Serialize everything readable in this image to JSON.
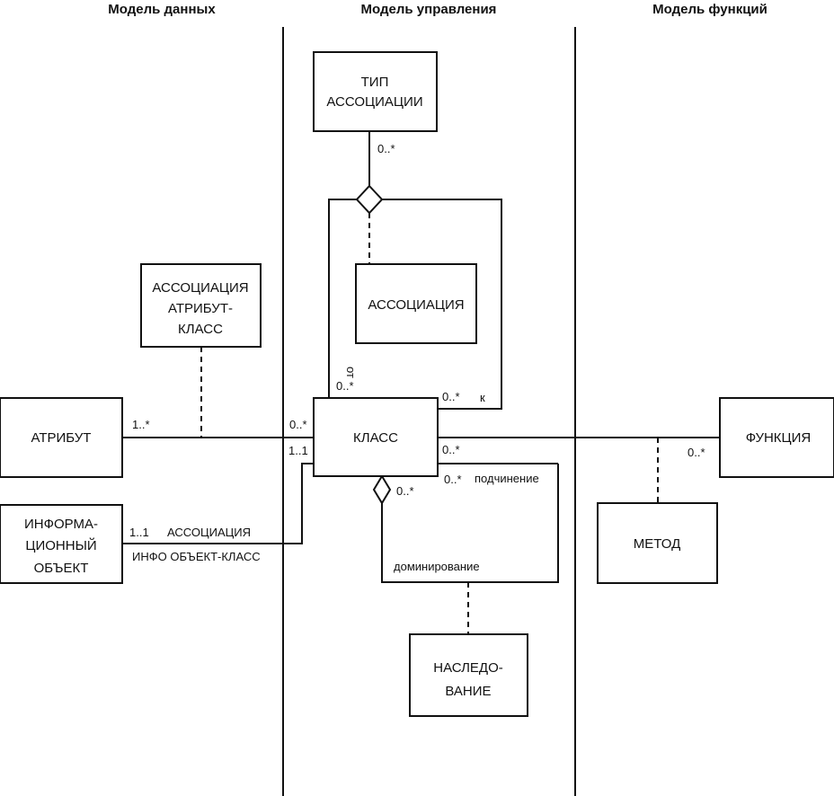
{
  "headers": {
    "data_model": "Модель данных",
    "control_model": "Модель управления",
    "function_model": "Модель функций"
  },
  "entities": {
    "assoc_type": [
      "ТИП",
      "АССОЦИАЦИИ"
    ],
    "association": [
      "АССОЦИАЦИЯ"
    ],
    "attr_class_assoc": [
      "АССОЦИАЦИЯ",
      "АТРИБУТ-",
      "КЛАСС"
    ],
    "attribute": [
      "АТРИБУТ"
    ],
    "class": [
      "КЛАСС"
    ],
    "info_object": [
      "ИНФОРМА-",
      "ЦИОННЫЙ",
      "ОБЪЕКТ"
    ],
    "inheritance": [
      "НАСЛЕДО-",
      "ВАНИЕ"
    ],
    "method": [
      "МЕТОД"
    ],
    "function": [
      "ФУНКЦИЯ"
    ]
  },
  "labels": {
    "assoc_type_mult": "0..*",
    "from_label": "от",
    "from_mult": "0..*",
    "to_mult": "0..*",
    "to_label": "к",
    "attr_mult": "1..*",
    "class_attr_mult": "0..*",
    "class_info_mult": "1..1",
    "info_mult": "1..1",
    "info_assoc_line1": "АССОЦИАЦИЯ",
    "info_assoc_line2": "ИНФО ОБЪЕКТ-КЛАСС",
    "class_func_mult": "0..*",
    "func_mult": "0..*",
    "sub_mult": "0..*",
    "sub_label": "подчинение",
    "dom_mult": "0..*",
    "dom_label": "доминирование"
  }
}
